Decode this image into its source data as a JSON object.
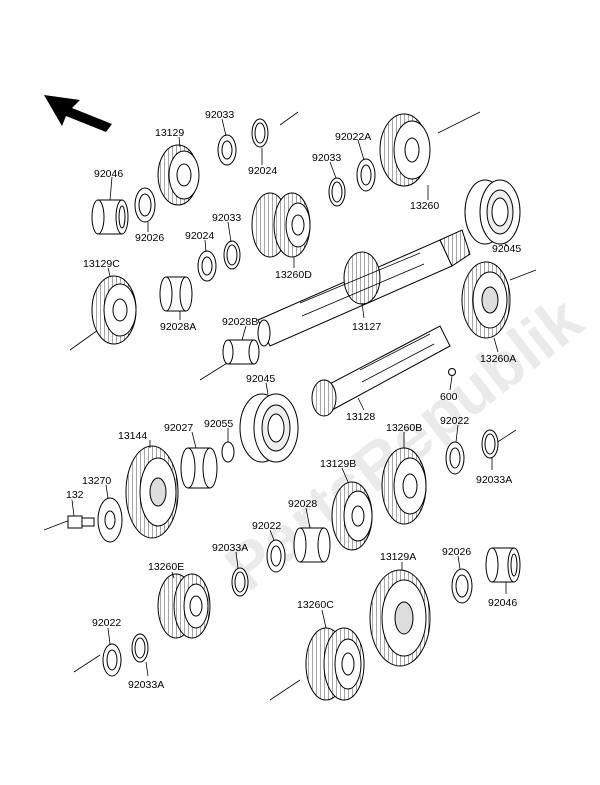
{
  "watermark": "PartsRepublik",
  "labels": {
    "p92033_a": "92033",
    "p13129": "13129",
    "p92024_a": "92024",
    "p92022A": "92022A",
    "p92033_b": "92033",
    "p92046_a": "92046",
    "p92026_a": "92026",
    "p92033_c": "92033",
    "p92024_b": "92024",
    "p13260": "13260",
    "p92045_a": "92045",
    "p13260D": "13260D",
    "p13129C": "13129C",
    "p92028A": "92028A",
    "p92028B": "92028B",
    "p13127": "13127",
    "p13260A": "13260A",
    "p92045_b": "92045",
    "p600": "600",
    "p13128": "13128",
    "p13144": "13144",
    "p92027": "92027",
    "p92055": "92055",
    "p13260B": "13260B",
    "p92022_a": "92022",
    "p13270": "13270",
    "p132": "132",
    "p13129B": "13129B",
    "p92033A_a": "92033A",
    "p92028": "92028",
    "p92022_b": "92022",
    "p92033A_b": "92033A",
    "p13260E": "13260E",
    "p13129A": "13129A",
    "p92026_b": "92026",
    "p92046_b": "92046",
    "p13260C": "13260C",
    "p92022_c": "92022",
    "p92033A_c": "92033A"
  }
}
